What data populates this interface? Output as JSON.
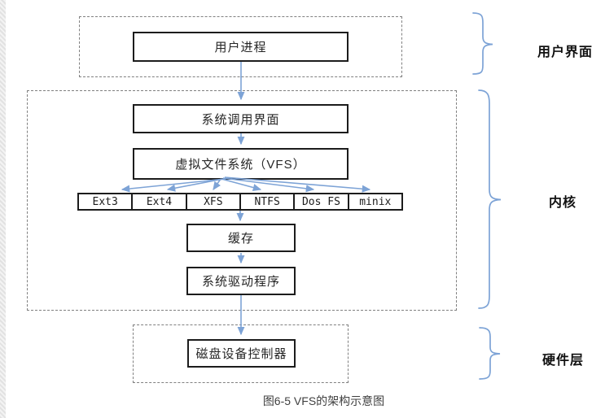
{
  "layers": [
    {
      "name": "用户界面"
    },
    {
      "name": "内核"
    },
    {
      "name": "硬件层"
    }
  ],
  "nodes": {
    "user_process": "用户进程",
    "syscall_interface": "系统调用界面",
    "vfs": "虚拟文件系统（VFS）",
    "cache": "缓存",
    "system_driver": "系统驱动程序",
    "disk_controller": "磁盘设备控制器"
  },
  "filesystems": [
    "Ext3",
    "Ext4",
    "XFS",
    "NTFS",
    "Dos FS",
    "minix"
  ],
  "caption": "图6-5  VFS的架构示意图",
  "colors": {
    "connector": "#7da3d6",
    "box_border": "#1c1c1c",
    "dashed_border": "#808080",
    "caption_text": "#404040"
  }
}
